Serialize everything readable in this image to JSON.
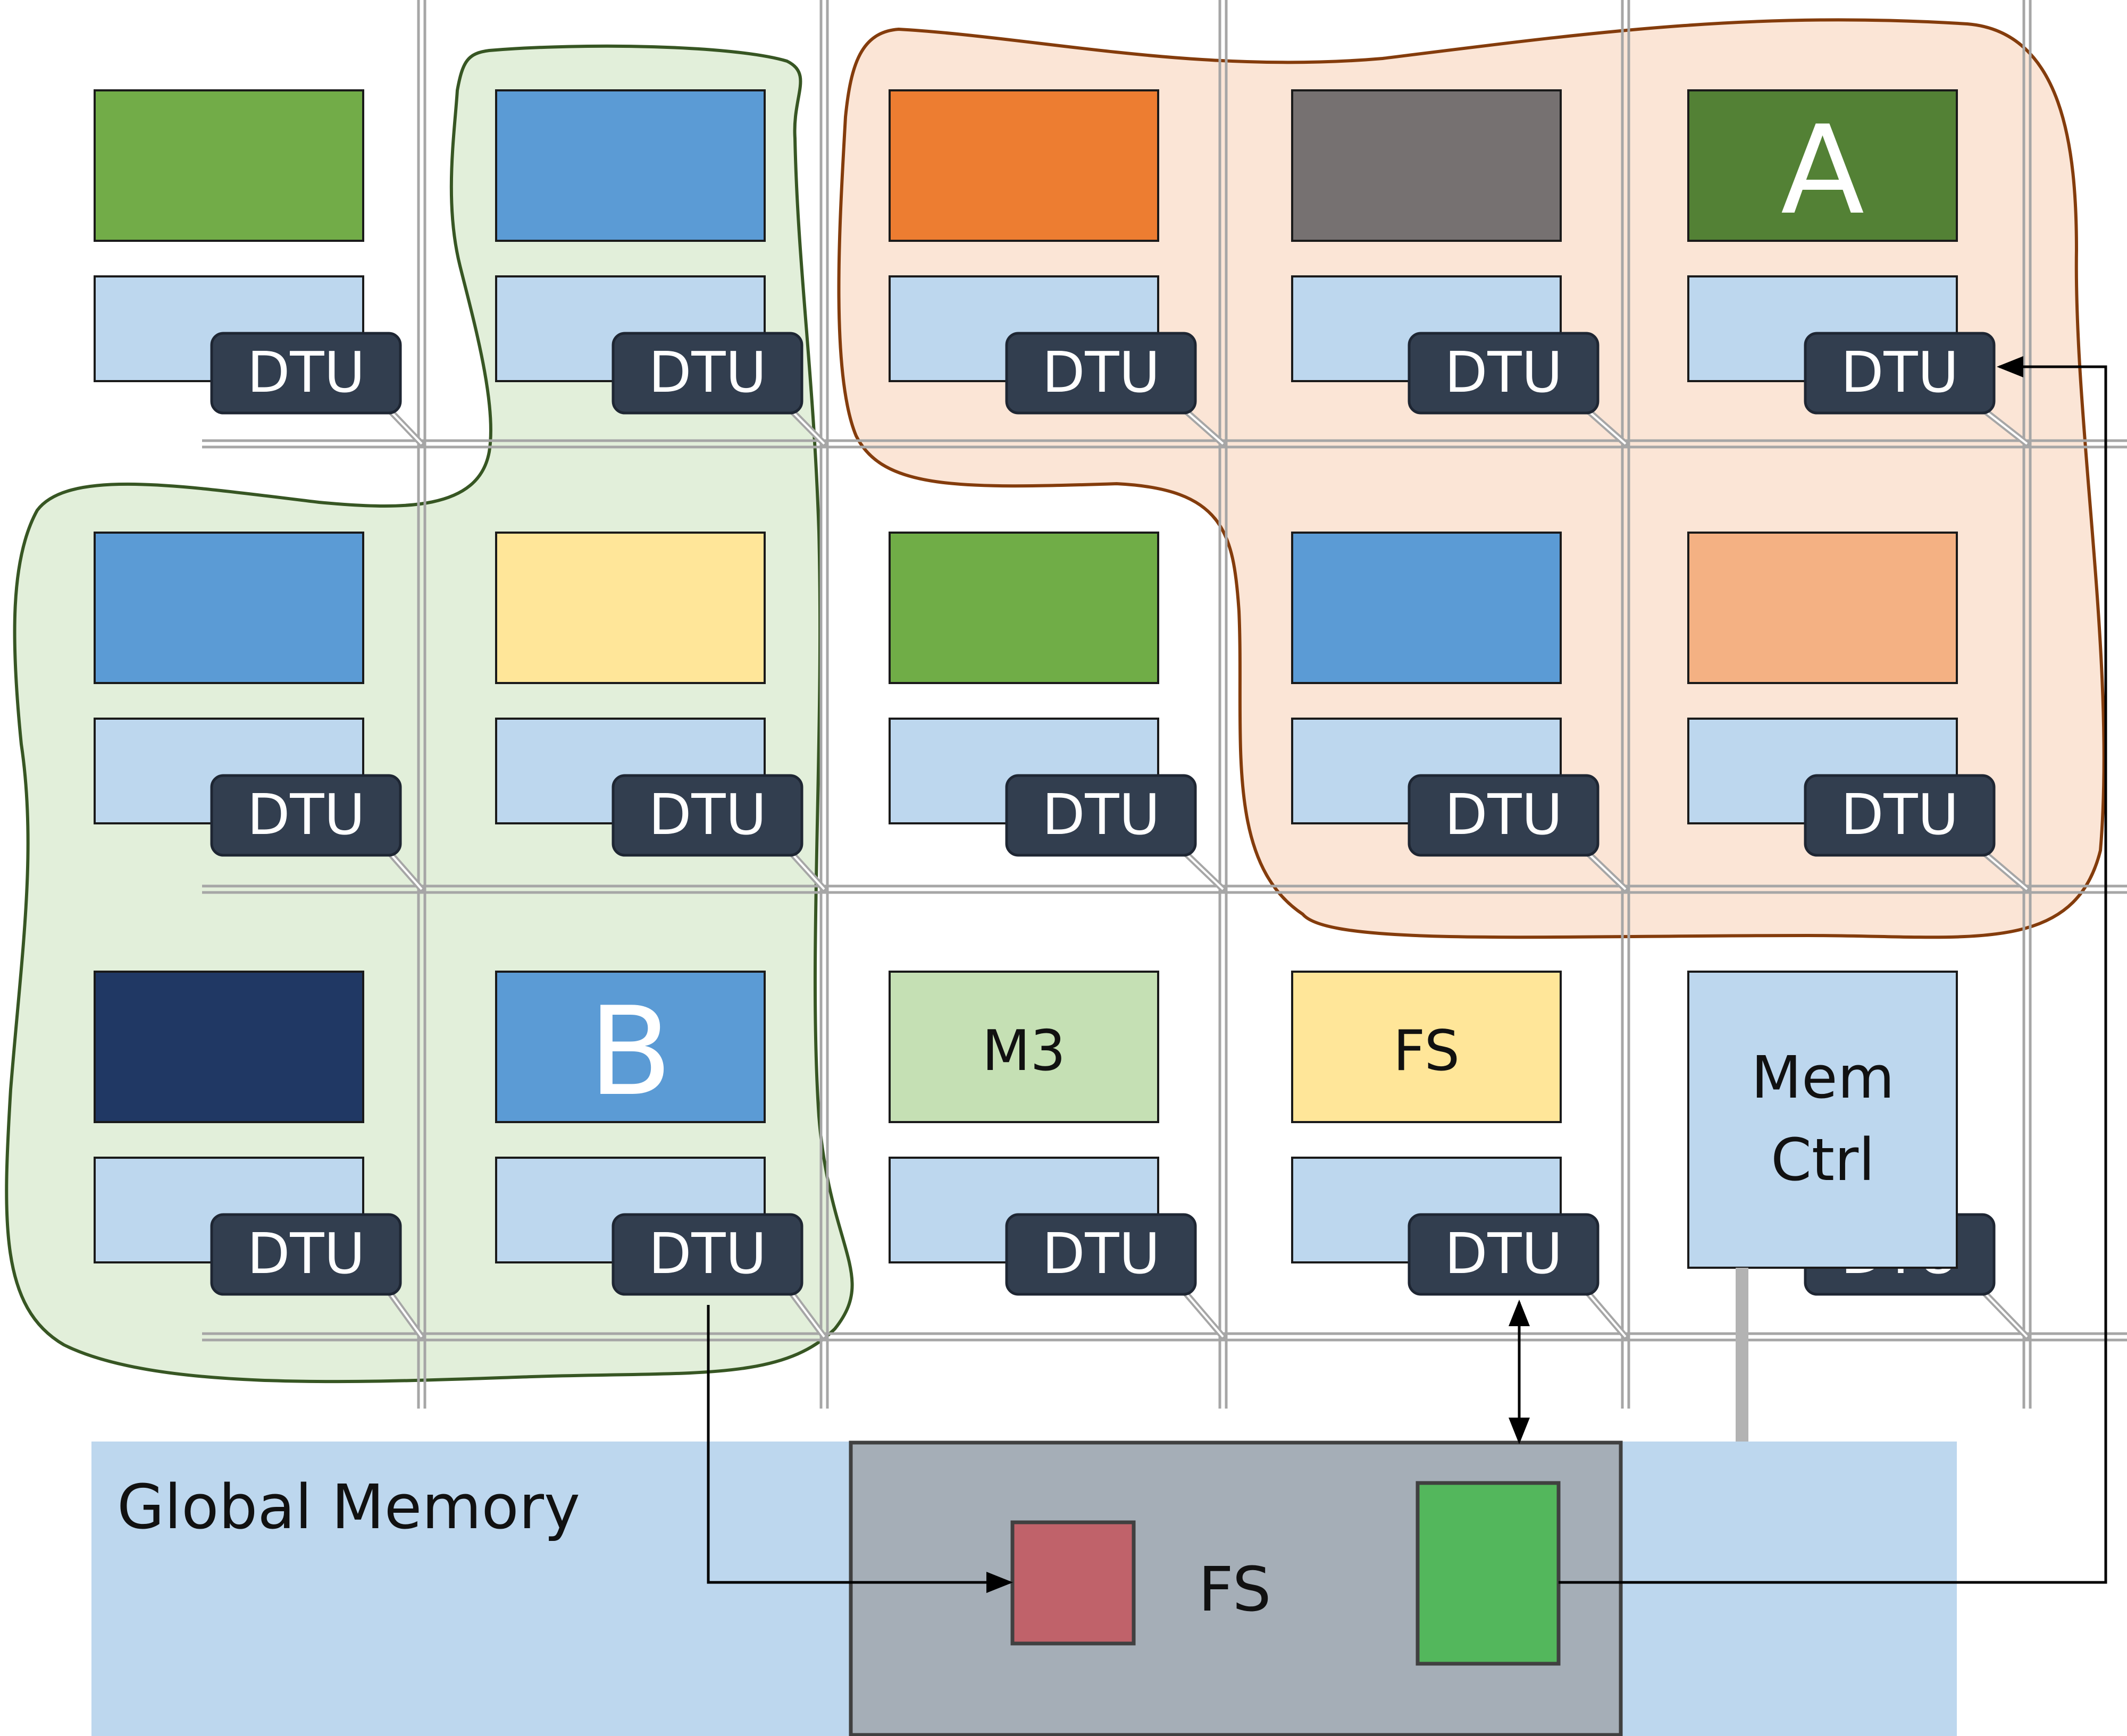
{
  "colors": {
    "background": "#ffffff",
    "grid": "#a6a6a6",
    "tile_outline": "#1a1a1a",
    "secondary_box": "#bdd7ee",
    "dtu_fill": "#323e4f",
    "dtu_text": "#ffffff",
    "arrow": "#000000",
    "group_a_fill": "#fbe5d6",
    "group_a_stroke": "#843c0c",
    "group_b_fill": "#e2efda",
    "group_b_stroke": "#375623",
    "global_memory_fill": "#bdd7ee",
    "fs_region_fill": "#a5aeb7",
    "fs_region_stroke": "#404040",
    "fs_red_block": "#c0626a",
    "fs_green_block": "#53b75c",
    "mem_link": "#b3b3b3"
  },
  "dtu_label": "DTU",
  "groups": {
    "a_label": "A",
    "b_label": "B"
  },
  "tiles": [
    {
      "row": 0,
      "col": 0,
      "color": "#72ac48",
      "label": ""
    },
    {
      "row": 0,
      "col": 1,
      "color": "#5b9bd5",
      "label": ""
    },
    {
      "row": 0,
      "col": 2,
      "color": "#ed7d31",
      "label": ""
    },
    {
      "row": 0,
      "col": 3,
      "color": "#767171",
      "label": ""
    },
    {
      "row": 0,
      "col": 4,
      "color": "#538135",
      "label": "A"
    },
    {
      "row": 1,
      "col": 0,
      "color": "#5b9bd5",
      "label": ""
    },
    {
      "row": 1,
      "col": 1,
      "color": "#ffe699",
      "label": ""
    },
    {
      "row": 1,
      "col": 2,
      "color": "#70ad47",
      "label": ""
    },
    {
      "row": 1,
      "col": 3,
      "color": "#5b9bd5",
      "label": ""
    },
    {
      "row": 1,
      "col": 4,
      "color": "#f4b183",
      "label": ""
    },
    {
      "row": 2,
      "col": 0,
      "color": "#203864",
      "label": ""
    },
    {
      "row": 2,
      "col": 1,
      "color": "#5b9bd5",
      "label": "B"
    },
    {
      "row": 2,
      "col": 2,
      "color": "#c5e0b4",
      "label": "M3"
    },
    {
      "row": 2,
      "col": 3,
      "color": "#ffe699",
      "label": "FS"
    },
    {
      "row": 2,
      "col": 4,
      "color": "#bdd7ee",
      "label": ""
    }
  ],
  "mem_ctrl": {
    "line1": "Mem",
    "line2": "Ctrl"
  },
  "global_memory": {
    "label": "Global Memory",
    "fs_label": "FS"
  }
}
